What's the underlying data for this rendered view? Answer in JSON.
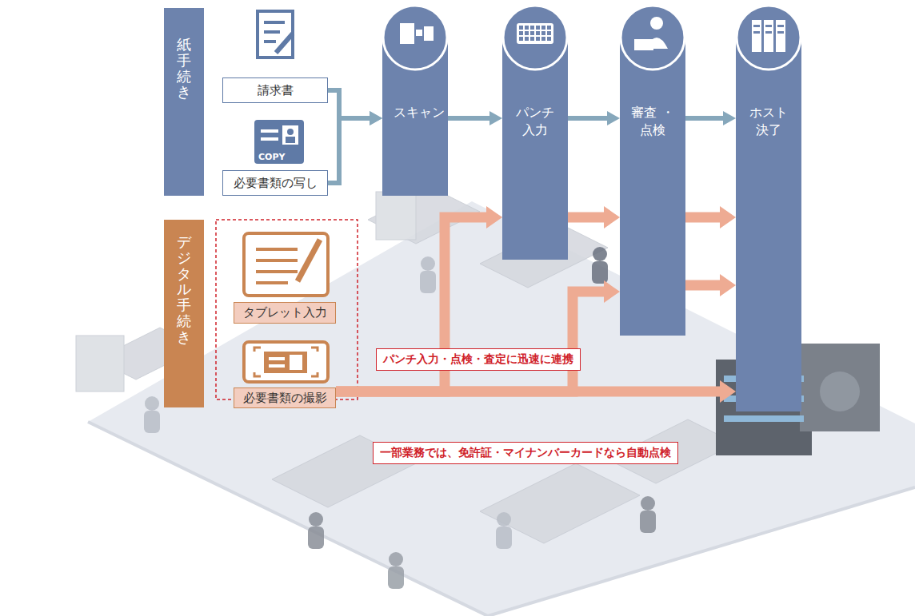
{
  "diagram": {
    "nodes": [
      {
        "text": [
          "紙手続き"
        ]
      },
      {
        "text": [
          "請求書"
        ]
      },
      {
        "text": [
          "必要書類の写し"
        ]
      },
      {
        "text": [
          "スキャン"
        ]
      },
      {
        "text": [
          "パンチ 入力"
        ]
      },
      {
        "text": [
          "審査 ・ 点検"
        ]
      },
      {
        "text": [
          "ホスト 決了"
        ]
      },
      {
        "text": [
          "デジタル手続き"
        ]
      },
      {
        "text": [
          "タブレット入力"
        ]
      },
      {
        "text": [
          "必要書類の撮影"
        ]
      }
    ],
    "edges": [
      {
        "from": 1,
        "to": 3,
        "arrow": "to"
      },
      {
        "from": 2,
        "to": 3,
        "arrow": "to"
      },
      {
        "from": 3,
        "to": 4,
        "arrow": "to"
      },
      {
        "from": 4,
        "to": 5,
        "arrow": "to"
      },
      {
        "from": 5,
        "to": 6,
        "arrow": "to"
      },
      {
        "from": 9,
        "to": 4,
        "arrow": "to"
      },
      {
        "from": 9,
        "to": 5,
        "arrow": "to"
      },
      {
        "from": 9,
        "to": 6,
        "arrow": "to"
      },
      {
        "from": 4,
        "to": 5,
        "arrow": "to"
      },
      {
        "from": 5,
        "to": 6,
        "arrow": "to"
      },
      {
        "from": 5,
        "to": 6,
        "arrow": "to"
      }
    ],
    "labels": [
      "COPY",
      "パンチ入力・点検・査定に迅速に連携",
      "一部業務では、免許証・マイナンバーカードなら自動点検"
    ]
  }
}
